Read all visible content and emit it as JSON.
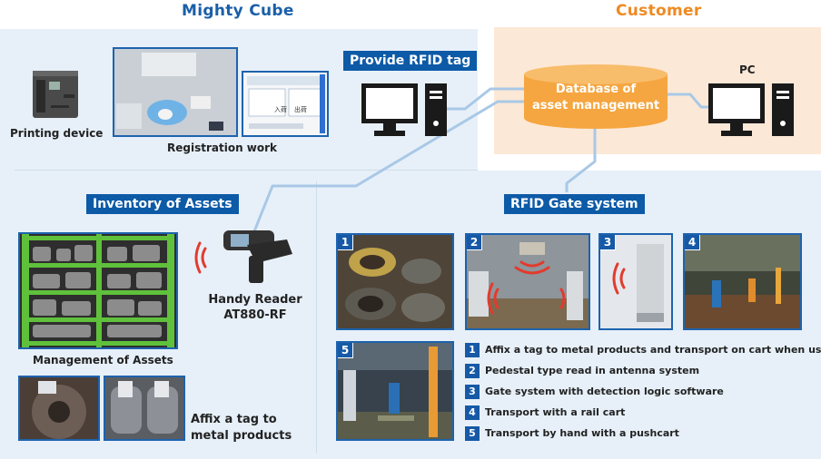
{
  "headers": {
    "mighty_cube": "Mighty Cube",
    "customer": "Customer"
  },
  "labels": {
    "provide_rfid_tag": "Provide RFID tag",
    "inventory_of_assets": "Inventory of Assets",
    "rfid_gate_system": "RFID Gate system"
  },
  "database": {
    "line1": "Database of",
    "line2": "asset management"
  },
  "captions": {
    "printing_device": "Printing device",
    "registration_work": "Registration work",
    "pc": "PC",
    "handy_reader_line1": "Handy Reader",
    "handy_reader_line2": "AT880-RF",
    "management_of_assets": "Management of Assets",
    "affix_line1": "Affix a tag to",
    "affix_line2": "metal products"
  },
  "gate_photos": [
    {
      "num": "1"
    },
    {
      "num": "2"
    },
    {
      "num": "3"
    },
    {
      "num": "4"
    },
    {
      "num": "5"
    }
  ],
  "steps": [
    {
      "num": "1",
      "text": "Affix a tag to metal products and transport on cart when using"
    },
    {
      "num": "2",
      "text": "Pedestal type read in antenna system"
    },
    {
      "num": "3",
      "text": "Gate system with detection logic software"
    },
    {
      "num": "4",
      "text": "Transport with a rail cart"
    },
    {
      "num": "5",
      "text": "Transport by hand with a pushcart"
    }
  ],
  "colors": {
    "brand_blue": "#0d5aa7",
    "customer_orange": "#ee8a22",
    "database_orange": "#f5a640",
    "signal_red": "#e23b2e",
    "connector_blue": "#a9c8e6"
  },
  "screen_texts": {
    "button_a": "入荷",
    "button_b": "出荷"
  }
}
